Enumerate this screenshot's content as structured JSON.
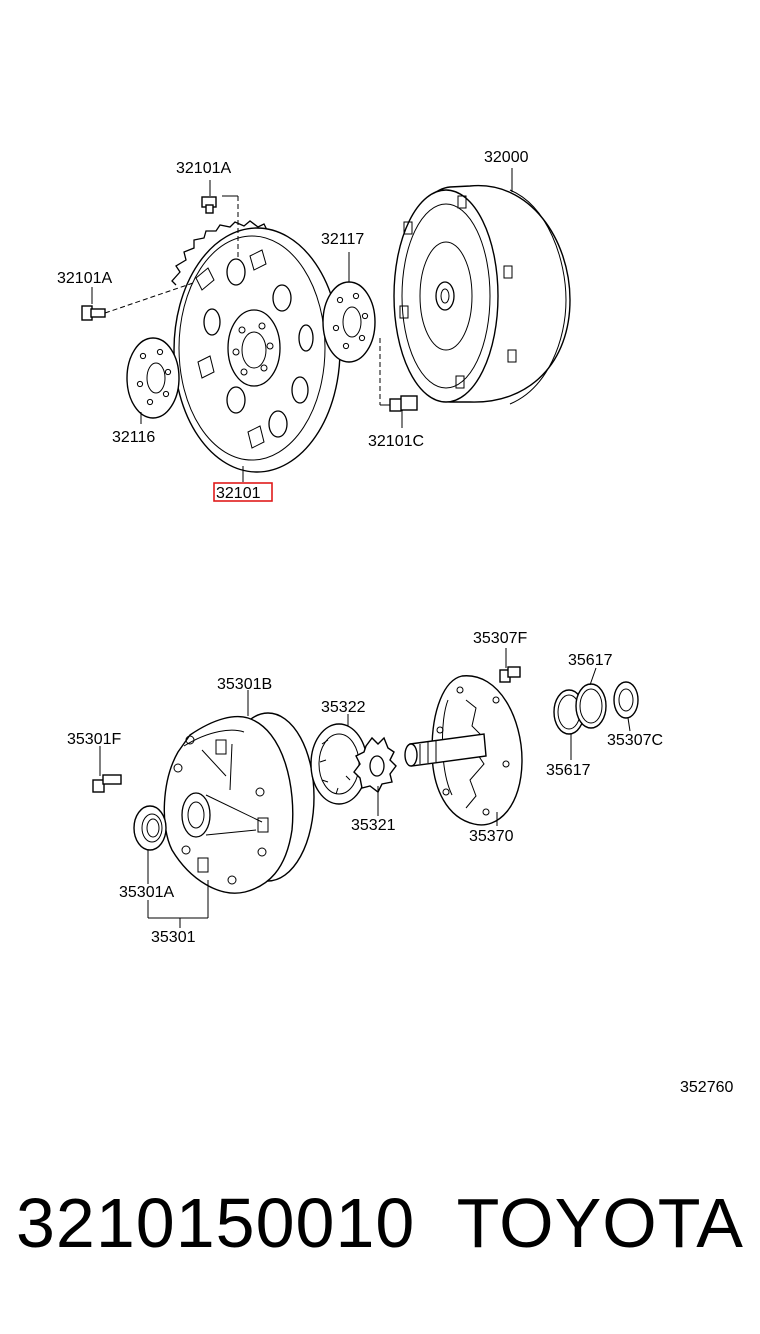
{
  "upper_group": {
    "callouts": [
      {
        "id": "l_32101A_top",
        "text": "32101A"
      },
      {
        "id": "l_32000",
        "text": "32000"
      },
      {
        "id": "l_32117",
        "text": "32117"
      },
      {
        "id": "l_32101A_left",
        "text": "32101A"
      },
      {
        "id": "l_32116",
        "text": "32116"
      },
      {
        "id": "l_32101C",
        "text": "32101C"
      },
      {
        "id": "l_32101",
        "text": "32101"
      }
    ],
    "highlighted_part": "32101",
    "highlight_color": "#e01a1a"
  },
  "lower_group": {
    "callouts": [
      {
        "id": "l_35307F",
        "text": "35307F"
      },
      {
        "id": "l_35617_top",
        "text": "35617"
      },
      {
        "id": "l_35301B",
        "text": "35301B"
      },
      {
        "id": "l_35322",
        "text": "35322"
      },
      {
        "id": "l_35301F",
        "text": "35301F"
      },
      {
        "id": "l_35307C",
        "text": "35307C"
      },
      {
        "id": "l_35617_bottom",
        "text": "35617"
      },
      {
        "id": "l_35321",
        "text": "35321"
      },
      {
        "id": "l_35370",
        "text": "35370"
      },
      {
        "id": "l_35301A",
        "text": "35301A"
      },
      {
        "id": "l_35301",
        "text": "35301"
      }
    ]
  },
  "figure_number": "352760",
  "footer": {
    "part_number": "3210150010",
    "brand": "TOYOTA"
  }
}
